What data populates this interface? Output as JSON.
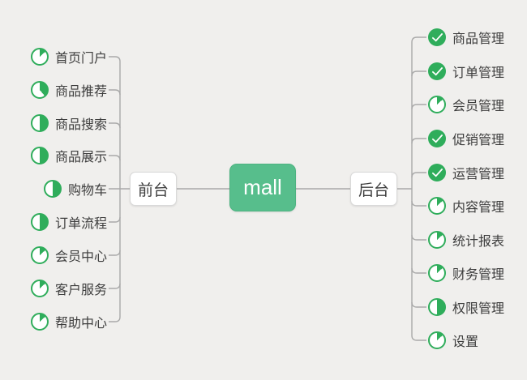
{
  "diagram": {
    "root": {
      "label": "mall"
    },
    "left_branch": {
      "label": "前台",
      "items": [
        {
          "label": "首页门户",
          "icon": "progress-eighth-icon"
        },
        {
          "label": "商品推荐",
          "icon": "progress-three-eighths-icon"
        },
        {
          "label": "商品搜索",
          "icon": "progress-half-icon"
        },
        {
          "label": "商品展示",
          "icon": "progress-half-icon"
        },
        {
          "label": "购物车",
          "icon": "progress-half-icon"
        },
        {
          "label": "订单流程",
          "icon": "progress-half-icon"
        },
        {
          "label": "会员中心",
          "icon": "progress-eighth-icon"
        },
        {
          "label": "客户服务",
          "icon": "progress-eighth-icon"
        },
        {
          "label": "帮助中心",
          "icon": "progress-eighth-icon"
        }
      ]
    },
    "right_branch": {
      "label": "后台",
      "items": [
        {
          "label": "商品管理",
          "icon": "task-done-icon"
        },
        {
          "label": "订单管理",
          "icon": "task-done-icon"
        },
        {
          "label": "会员管理",
          "icon": "progress-eighth-icon"
        },
        {
          "label": "促销管理",
          "icon": "task-done-icon"
        },
        {
          "label": "运营管理",
          "icon": "task-done-icon"
        },
        {
          "label": "内容管理",
          "icon": "progress-eighth-icon"
        },
        {
          "label": "统计报表",
          "icon": "progress-eighth-icon"
        },
        {
          "label": "财务管理",
          "icon": "progress-eighth-icon"
        },
        {
          "label": "权限管理",
          "icon": "progress-half-icon"
        },
        {
          "label": "设置",
          "icon": "progress-eighth-icon"
        }
      ]
    },
    "colors": {
      "background": "#f0efed",
      "root_node_green": "#57be8c",
      "icon_green": "#2fad5b",
      "connector_gray": "#a9a9a9"
    }
  }
}
